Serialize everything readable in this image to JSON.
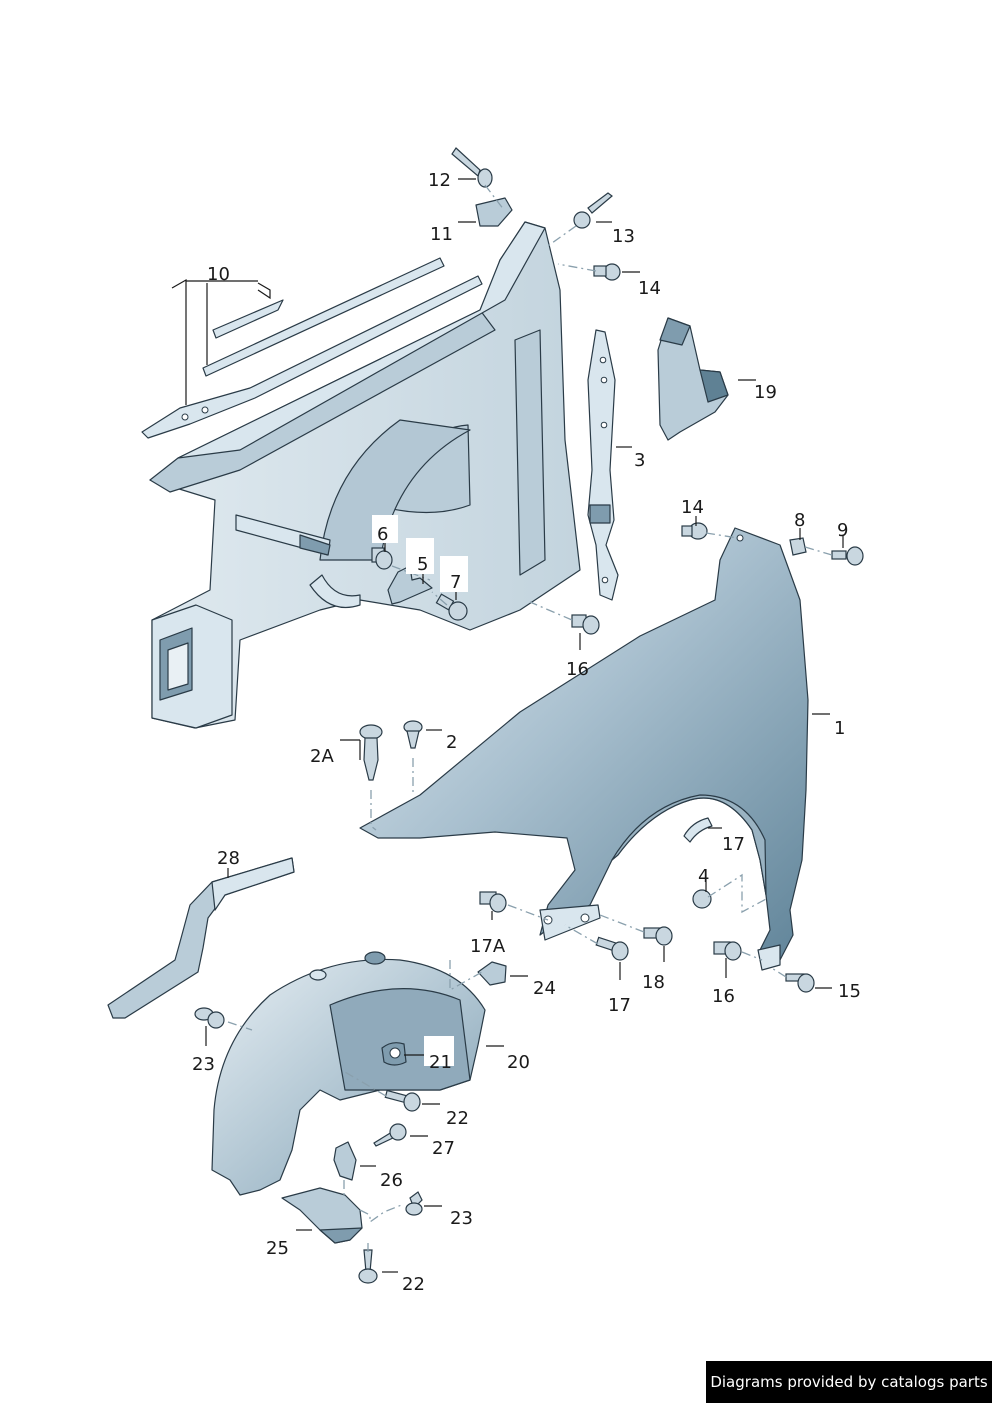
{
  "footer": {
    "credit": "Diagrams provided by catalogs parts"
  },
  "labels": {
    "p1": "1",
    "p2": "2",
    "p2a": "2A",
    "p3": "3",
    "p4": "4",
    "p5": "5",
    "p6": "6",
    "p7": "7",
    "p8": "8",
    "p9": "9",
    "p10": "10",
    "p11": "11",
    "p12": "12",
    "p13": "13",
    "p14a": "14",
    "p14b": "14",
    "p15": "15",
    "p16a": "16",
    "p16b": "16",
    "p17a": "17",
    "p17b": "17",
    "p17A": "17A",
    "p18": "18",
    "p19": "19",
    "p20": "20",
    "p21": "21",
    "p22a": "22",
    "p22b": "22",
    "p23a": "23",
    "p23b": "23",
    "p24": "24",
    "p25": "25",
    "p26": "26",
    "p27": "27",
    "p28": "28"
  },
  "colors": {
    "panel_light": "#d9e6ee",
    "panel_mid": "#b9ccd8",
    "panel_dark": "#7f9cae",
    "outline": "#2a3b47"
  }
}
